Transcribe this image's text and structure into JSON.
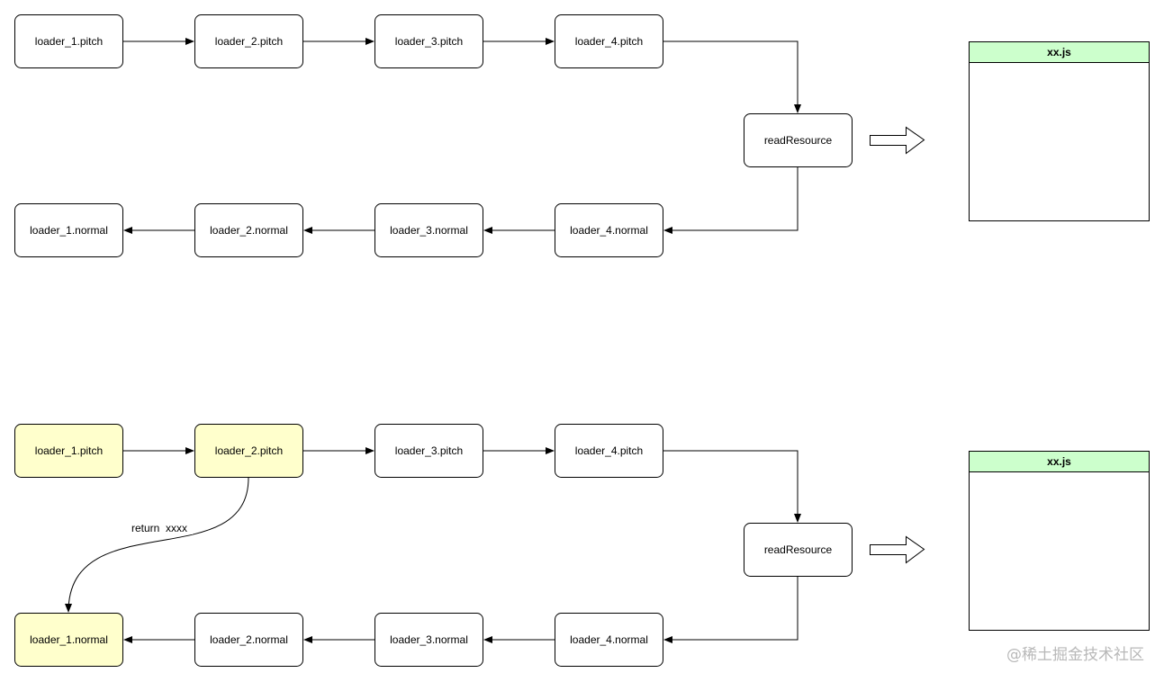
{
  "colors": {
    "node_fill": "#ffffff",
    "highlight_fill": "#ffffcc",
    "file_header_fill": "#ccffcc",
    "stroke": "#000000"
  },
  "top": {
    "pitch": [
      "loader_1.pitch",
      "loader_2.pitch",
      "loader_3.pitch",
      "loader_4.pitch"
    ],
    "normal": [
      "loader_1.normal",
      "loader_2.normal",
      "loader_3.normal",
      "loader_4.normal"
    ],
    "read_resource": "readResource",
    "file_title": "xx.js"
  },
  "bottom": {
    "pitch": [
      "loader_1.pitch",
      "loader_2.pitch",
      "loader_3.pitch",
      "loader_4.pitch"
    ],
    "normal": [
      "loader_1.normal",
      "loader_2.normal",
      "loader_3.normal",
      "loader_4.normal"
    ],
    "read_resource": "readResource",
    "file_title": "xx.js",
    "return_label": "return  xxxx",
    "highlighted": [
      "pitch.0",
      "pitch.1",
      "normal.0"
    ]
  },
  "watermark": "@稀土掘金技术社区"
}
